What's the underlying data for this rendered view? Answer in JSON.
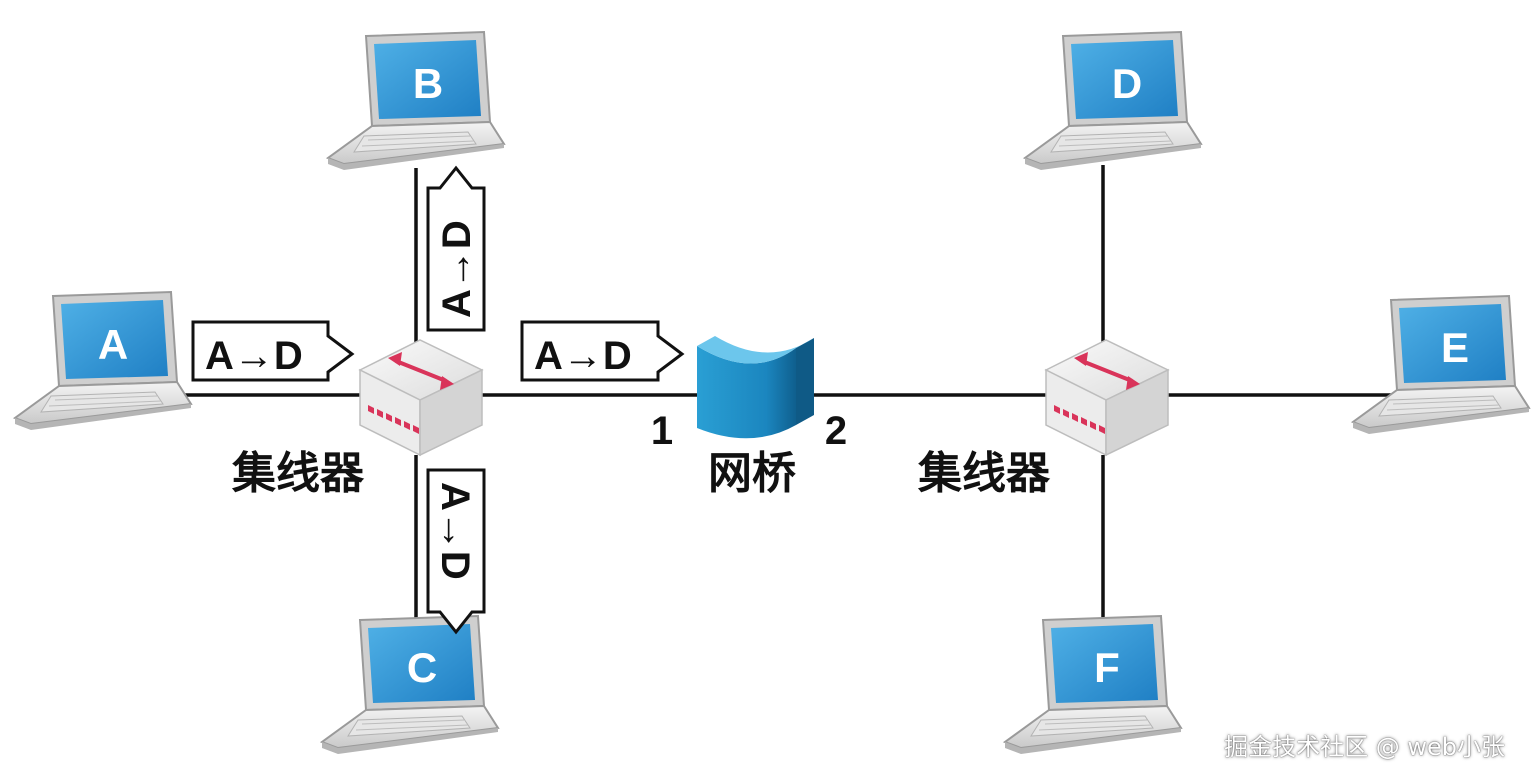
{
  "diagram": {
    "computers": [
      "A",
      "B",
      "C",
      "D",
      "E",
      "F"
    ],
    "hub_left_label": "集线器",
    "hub_right_label": "集线器",
    "bridge_label": "网桥",
    "bridge_port_1": "1",
    "bridge_port_2": "2",
    "frame_label": "A→D"
  },
  "watermark": "掘金技术社区 @ web小张"
}
